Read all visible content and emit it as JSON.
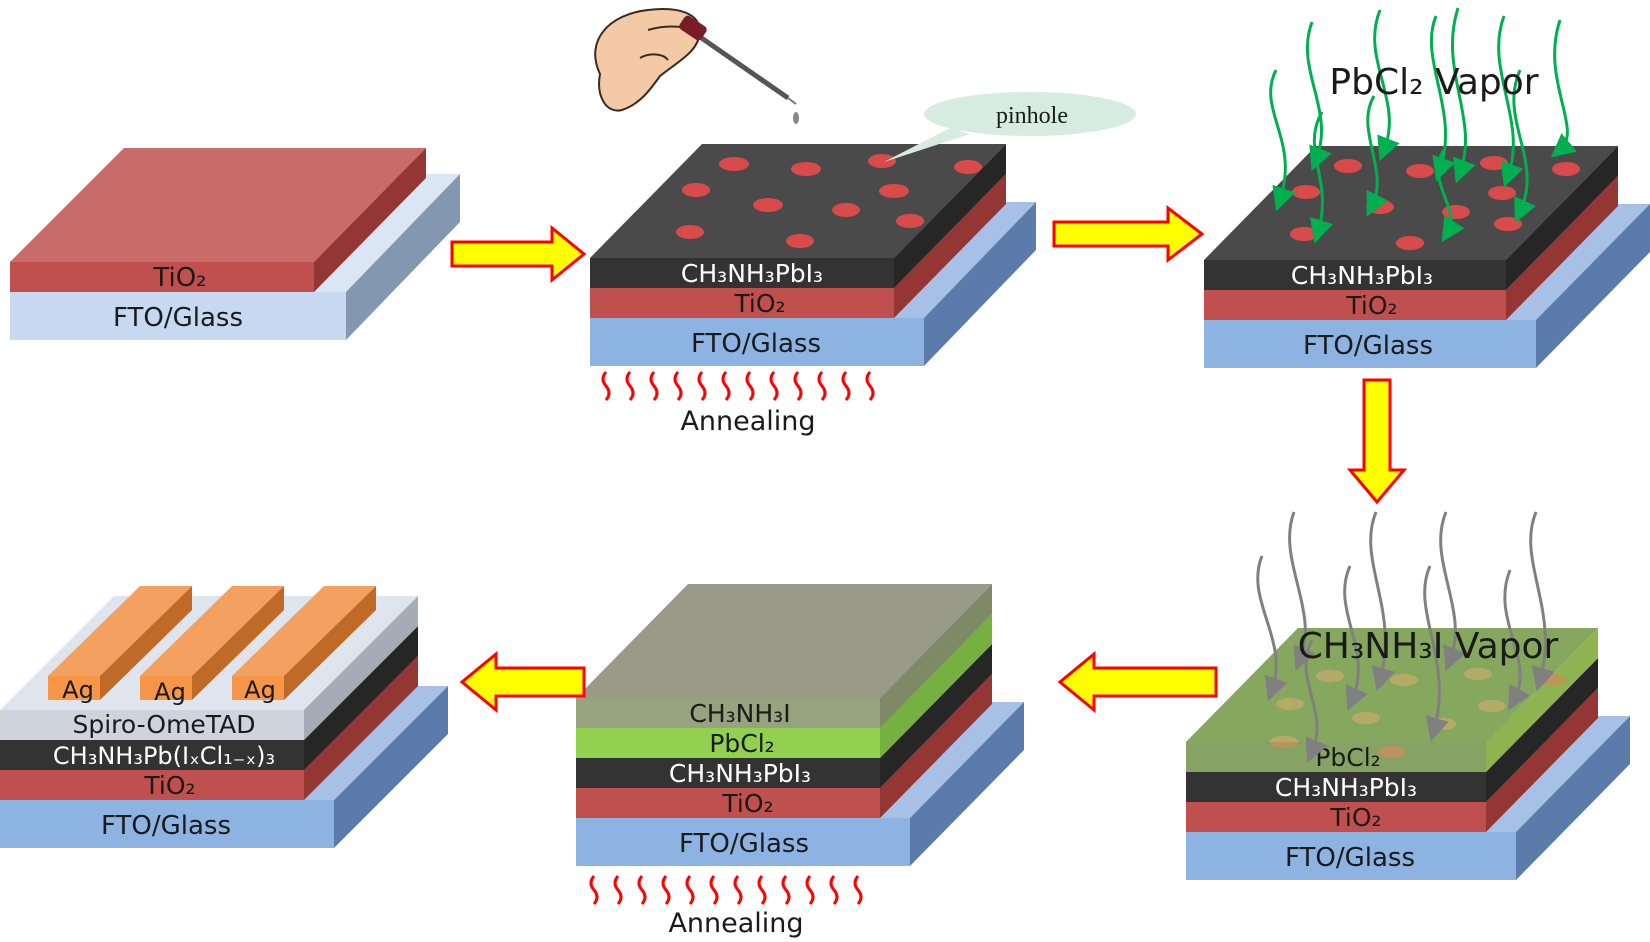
{
  "stack1": {
    "top": "TiO₂",
    "bottom": "FTO/Glass"
  },
  "stack2": {
    "layer1": "CH₃NH₃PbI₃",
    "layer2": "TiO₂",
    "layer3": "FTO/Glass",
    "heat": "Annealing",
    "callout": "pinhole"
  },
  "stack3": {
    "vapor": "PbCl₂ Vapor",
    "layer1": "CH₃NH₃PbI₃",
    "layer2": "TiO₂",
    "layer3": "FTO/Glass"
  },
  "stack4": {
    "vapor": "CH₃NH₃I Vapor",
    "layer1": "PbCl₂",
    "layer2": "CH₃NH₃PbI₃",
    "layer3": "TiO₂",
    "layer4": "FTO/Glass"
  },
  "stack5": {
    "layer0": "CH₃NH₃I",
    "layer1": "PbCl₂",
    "layer2": "CH₃NH₃PbI₃",
    "layer3": "TiO₂",
    "layer4": "FTO/Glass",
    "heat": "Annealing"
  },
  "stack6": {
    "electrode1": "Ag",
    "electrode2": "Ag",
    "electrode3": "Ag",
    "layer1": "Spiro-OmeTAD",
    "layer2": "CH₃NH₃Pb(IₓCl₁₋ₓ)₃",
    "layer3": "TiO₂",
    "layer4": "FTO/Glass"
  },
  "colors": {
    "glass": "#8db3e2",
    "glass_light": "#c6d9f1",
    "tio2": "#c0504d",
    "perovskite": "#3a3a3a",
    "pbcl2": "#92d050",
    "mai": "#a5a593",
    "spiro": "#d9d9d9",
    "ag": "#f79646",
    "arrow_fill": "#ffff00",
    "arrow_stroke": "#ff0000",
    "vapor_green": "#00b050",
    "vapor_gray": "#808080"
  }
}
